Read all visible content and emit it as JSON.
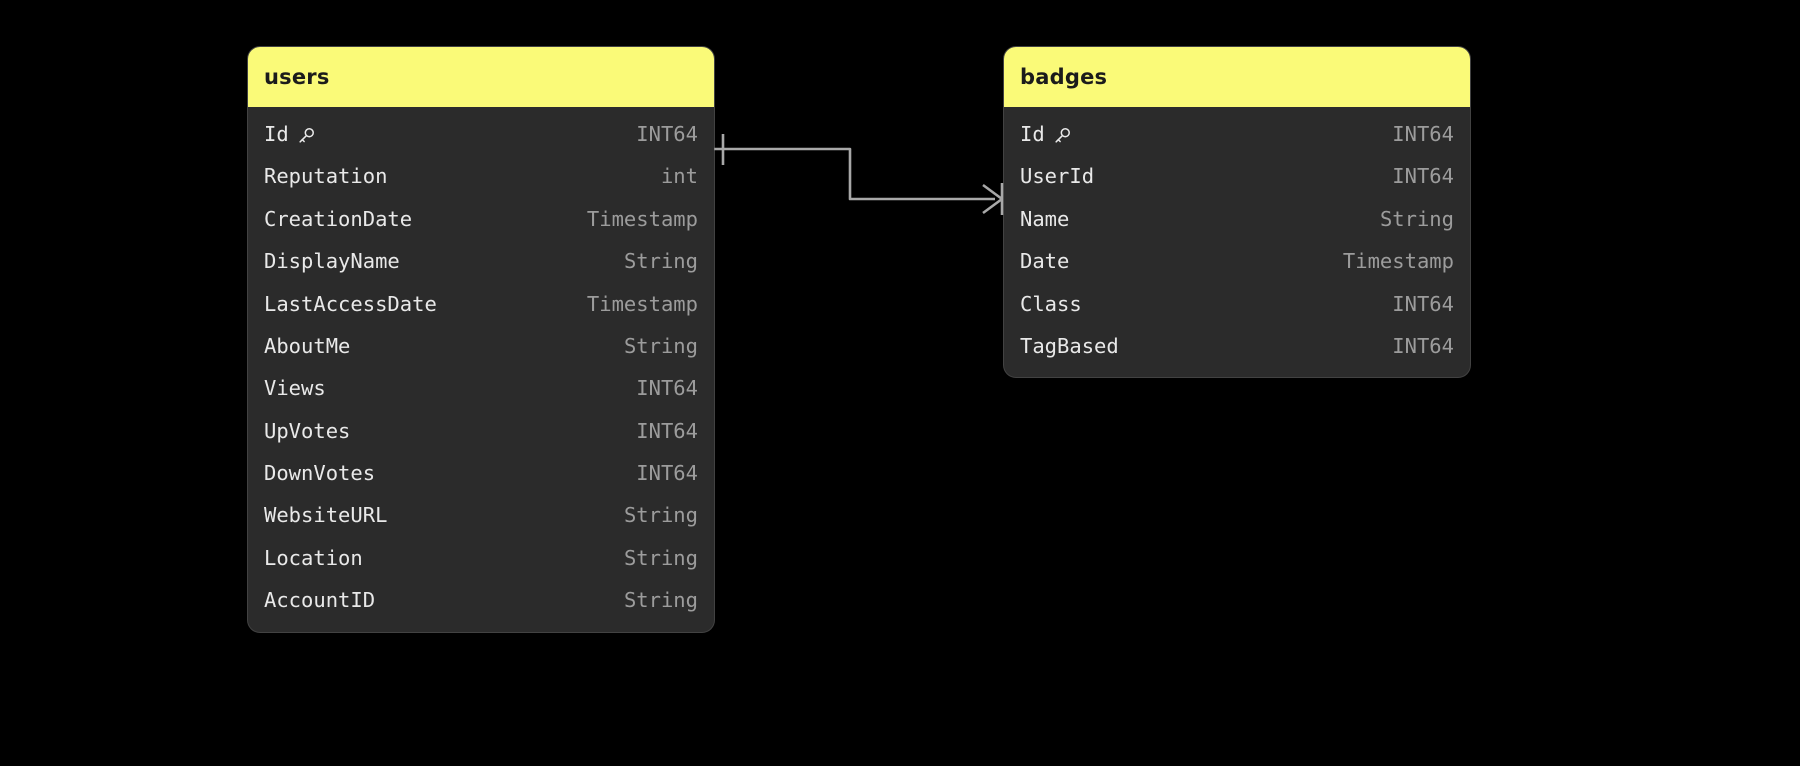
{
  "theme": {
    "background": "#000000",
    "card_background": "#2b2b2b",
    "header_background": "#fafa78",
    "header_text": "#1b1b1b",
    "field_name_text": "#e9e9e9",
    "field_type_text": "#9c9c9c",
    "connector_color": "#a8a8a8",
    "card_border": "#787878"
  },
  "diagram": {
    "type": "entity-relationship",
    "entities": [
      {
        "name": "users",
        "fields": [
          {
            "name": "Id",
            "type": "INT64",
            "primary_key": true,
            "key_icon": "key-icon"
          },
          {
            "name": "Reputation",
            "type": "int",
            "primary_key": false
          },
          {
            "name": "CreationDate",
            "type": "Timestamp",
            "primary_key": false
          },
          {
            "name": "DisplayName",
            "type": "String",
            "primary_key": false
          },
          {
            "name": "LastAccessDate",
            "type": "Timestamp",
            "primary_key": false
          },
          {
            "name": "AboutMe",
            "type": "String",
            "primary_key": false
          },
          {
            "name": "Views",
            "type": "INT64",
            "primary_key": false
          },
          {
            "name": "UpVotes",
            "type": "INT64",
            "primary_key": false
          },
          {
            "name": "DownVotes",
            "type": "INT64",
            "primary_key": false
          },
          {
            "name": "WebsiteURL",
            "type": "String",
            "primary_key": false
          },
          {
            "name": "Location",
            "type": "String",
            "primary_key": false
          },
          {
            "name": "AccountID",
            "type": "String",
            "primary_key": false
          }
        ]
      },
      {
        "name": "badges",
        "fields": [
          {
            "name": "Id",
            "type": "INT64",
            "primary_key": true,
            "key_icon": "key-icon"
          },
          {
            "name": "UserId",
            "type": "INT64",
            "primary_key": false
          },
          {
            "name": "Name",
            "type": "String",
            "primary_key": false
          },
          {
            "name": "Date",
            "type": "Timestamp",
            "primary_key": false
          },
          {
            "name": "Class",
            "type": "INT64",
            "primary_key": false
          },
          {
            "name": "TagBased",
            "type": "INT64",
            "primary_key": false
          }
        ]
      }
    ],
    "relationships": [
      {
        "from_entity": "users",
        "from_field": "Id",
        "from_cardinality": "one",
        "to_entity": "badges",
        "to_field": "UserId",
        "to_cardinality": "many"
      }
    ]
  }
}
